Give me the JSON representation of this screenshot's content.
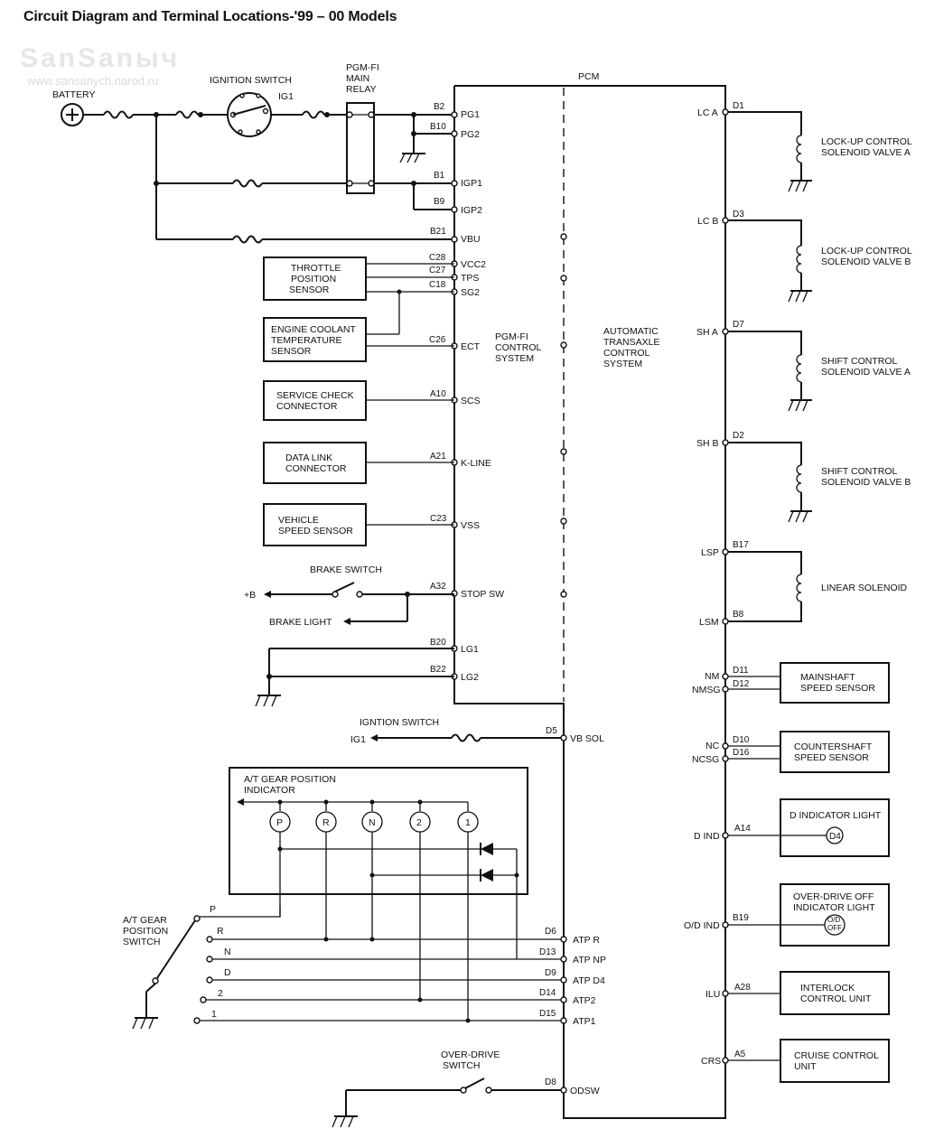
{
  "title": "Circuit Diagram and Terminal Locations-'99 – 00 Models",
  "watermark": {
    "text1": "SanSanыч",
    "text2": "www.sansanych.narod.ru"
  },
  "top": {
    "battery": "BATTERY",
    "ignition_switch": "IGNITION SWITCH",
    "ig1": "IG1",
    "relay": [
      "PGM-FI",
      "MAIN",
      "RELAY"
    ],
    "pcm": "PCM"
  },
  "systems": {
    "pgmfi": [
      "PGM-FI",
      "CONTROL",
      "SYSTEM"
    ],
    "atcs": [
      "AUTOMATIC",
      "TRANSAXLE",
      "CONTROL",
      "SYSTEM"
    ]
  },
  "left_pins": [
    {
      "pin": "B2",
      "name": "PG1"
    },
    {
      "pin": "B10",
      "name": "PG2"
    },
    {
      "pin": "B1",
      "name": "IGP1"
    },
    {
      "pin": "B9",
      "name": "IGP2"
    },
    {
      "pin": "B21",
      "name": "VBU"
    },
    {
      "pin": "C28",
      "name": "VCC2"
    },
    {
      "pin": "C27",
      "name": "TPS"
    },
    {
      "pin": "C18",
      "name": "SG2"
    },
    {
      "pin": "C26",
      "name": "ECT"
    },
    {
      "pin": "A10",
      "name": "SCS"
    },
    {
      "pin": "A21",
      "name": "K-LINE"
    },
    {
      "pin": "C23",
      "name": "VSS"
    },
    {
      "pin": "A32",
      "name": "STOP SW"
    },
    {
      "pin": "B20",
      "name": "LG1"
    },
    {
      "pin": "B22",
      "name": "LG2"
    }
  ],
  "left_boxes": {
    "tps": [
      "THROTTLE",
      "POSITION",
      "SENSOR"
    ],
    "ect": [
      "ENGINE COOLANT",
      "TEMPERATURE",
      "SENSOR"
    ],
    "scs": [
      "SERVICE CHECK",
      "CONNECTOR"
    ],
    "dlc": [
      "DATA LINK",
      "CONNECTOR"
    ],
    "vss": [
      "VEHICLE",
      "SPEED SENSOR"
    ]
  },
  "brake": {
    "switch": "BRAKE SWITCH",
    "plus_b": "+B",
    "light": "BRAKE LIGHT"
  },
  "right_pins": [
    {
      "name": "LC A",
      "pin": "D1"
    },
    {
      "name": "LC B",
      "pin": "D3"
    },
    {
      "name": "SH A",
      "pin": "D7"
    },
    {
      "name": "SH B",
      "pin": "D2"
    },
    {
      "name": "LSP",
      "pin": "B17"
    },
    {
      "name": "LSM",
      "pin": "B8"
    },
    {
      "name": "NM",
      "pin": "D11"
    },
    {
      "name": "NMSG",
      "pin": "D12"
    },
    {
      "name": "NC",
      "pin": "D10"
    },
    {
      "name": "NCSG",
      "pin": "D16"
    },
    {
      "name": "D IND",
      "pin": "A14"
    },
    {
      "name": "O/D IND",
      "pin": "B19"
    },
    {
      "name": "ILU",
      "pin": "A28"
    },
    {
      "name": "CRS",
      "pin": "A5"
    }
  ],
  "solenoids": {
    "lca": [
      "LOCK-UP CONTROL",
      "SOLENOID VALVE A"
    ],
    "lcb": [
      "LOCK-UP CONTROL",
      "SOLENOID VALVE B"
    ],
    "sha": [
      "SHIFT CONTROL",
      "SOLENOID VALVE A"
    ],
    "shb": [
      "SHIFT CONTROL",
      "SOLENOID VALVE B"
    ],
    "linear": "LINEAR SOLENOID"
  },
  "right_boxes": {
    "mainshaft": [
      "MAINSHAFT",
      "SPEED SENSOR"
    ],
    "countershaft": [
      "COUNTERSHAFT",
      "SPEED SENSOR"
    ],
    "d_ind": "D INDICATOR LIGHT",
    "d4": "D4",
    "od_off": [
      "OVER-DRIVE OFF",
      "INDICATOR LIGHT"
    ],
    "od_symbol": [
      "O/D",
      "OFF"
    ],
    "interlock": [
      "INTERLOCK",
      "CONTROL UNIT"
    ],
    "cruise": [
      "CRUISE CONTROL",
      "UNIT"
    ]
  },
  "lower": {
    "ign_switch": "IGNTION SWITCH",
    "ig1": "IG1",
    "vb_sol_pin": "D5",
    "vb_sol": "VB SOL",
    "indicator": [
      "A/T GEAR POSITION",
      "INDICATOR"
    ],
    "indicator_lamps": [
      "P",
      "R",
      "N",
      "2",
      "1"
    ],
    "gps": [
      "A/T GEAR",
      "POSITION",
      "SWITCH"
    ],
    "gps_positions": [
      "P",
      "R",
      "N",
      "D",
      "2",
      "1"
    ],
    "atp_pins": [
      {
        "pin": "D6",
        "name": "ATP R"
      },
      {
        "pin": "D13",
        "name": "ATP NP"
      },
      {
        "pin": "D9",
        "name": "ATP D4"
      },
      {
        "pin": "D14",
        "name": "ATP2"
      },
      {
        "pin": "D15",
        "name": "ATP1"
      }
    ],
    "od_switch": [
      "OVER-DRIVE",
      "SWITCH"
    ],
    "odsw_pin": "D8",
    "odsw": "ODSW"
  }
}
